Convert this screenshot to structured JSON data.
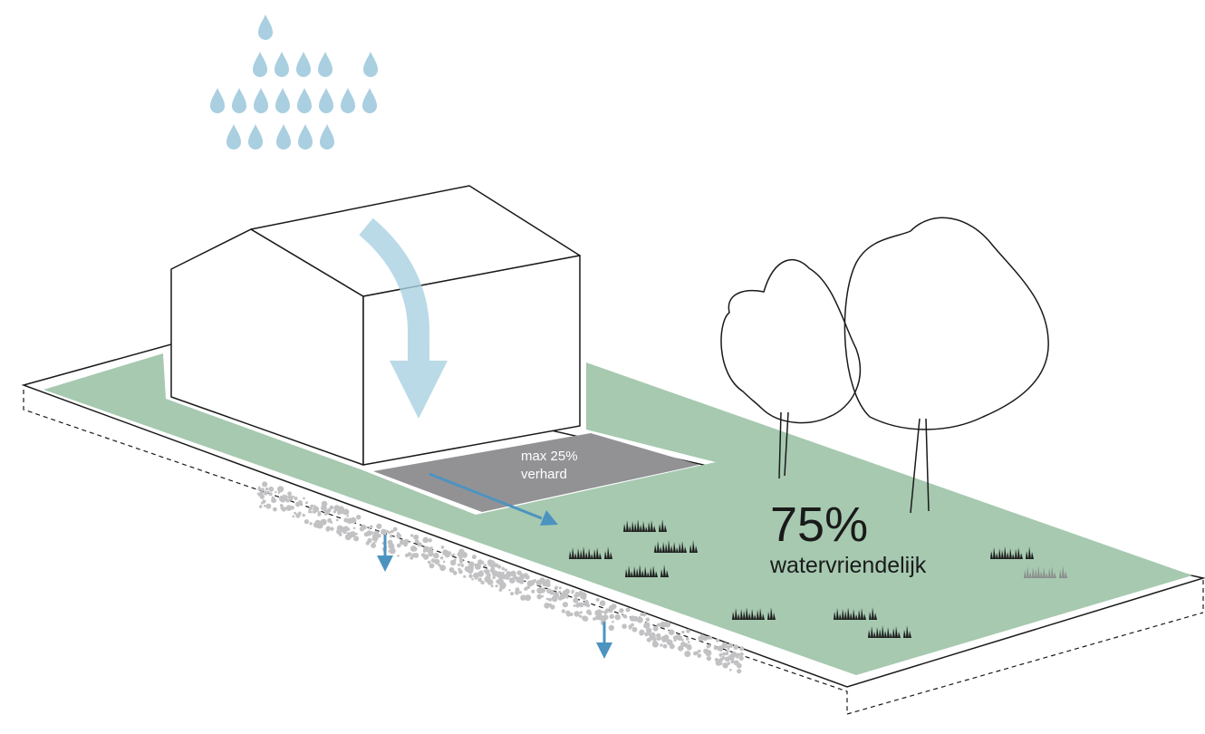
{
  "paved_area": {
    "line1": "max 25%",
    "line2": "verhard"
  },
  "green_area": {
    "percentage": "75%",
    "label": "watervriendelijk"
  },
  "colors": {
    "lawn": "#a6c9b0",
    "paving": "#929295",
    "rain": "#a9cfe0",
    "roof_arrow": "#b9dbe8",
    "flow_arrow": "#4d93c0",
    "gravel": "#c2c2c4",
    "grass": "#1a1a1a",
    "grass_light": "#8c8c8c",
    "outline": "#1a1a1a"
  }
}
